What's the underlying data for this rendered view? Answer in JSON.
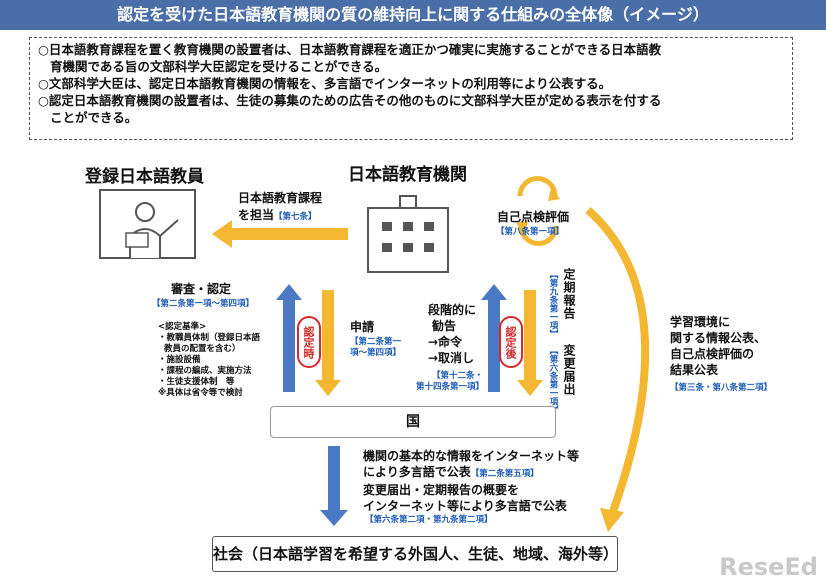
{
  "title": "認定を受けた日本語教育機関の質の維持向上に関する仕組みの全体像（イメージ）",
  "summary": [
    {
      "line1": "○日本語教育課程を置く教育機関の設置者は、日本語教育課程を適正かつ確実に実施することができる日本語教",
      "line2": "育機関である旨の文部科学大臣認定を受けることができる。"
    },
    {
      "line1": "○文部科学大臣は、認定日本語教育機関の情報を、多言語でインターネットの利用等により公表する。",
      "line2": ""
    },
    {
      "line1": "○認定日本語教育機関の設置者は、生徒の募集のための広告その他のものに文部科学大臣が定める表示を付する",
      "line2": "ことができる。"
    }
  ],
  "teacher": {
    "label": "登録日本語教員"
  },
  "institution": {
    "label": "日本語教育機関"
  },
  "course": {
    "text1": "日本語教育課程",
    "text2": "を担当",
    "ref": "【第七条】"
  },
  "self_eval": {
    "text": "自己点検評価",
    "ref": "【第八条第一項】"
  },
  "review": {
    "text": "審査・認定",
    "ref": "【第二条第一項～第四項】"
  },
  "criteria": {
    "heading": "<認定基準>",
    "items": [
      "・教職員体制（登録日本語",
      "教員の配置を含む）",
      "・施設設備",
      "・課程の編成、実施方法",
      "・生徒支援体制　等",
      "※具体は省令等で検討"
    ]
  },
  "badge_before": "認定時",
  "application": {
    "text": "申請",
    "ref1": "【第二条第一",
    "ref2": "項～第四項】"
  },
  "stepwise": {
    "lines": [
      "段階的に",
      "勧告",
      "→命令",
      "→取消し"
    ],
    "ref1": "【第十二条・",
    "ref2": "第十四条第一項】"
  },
  "badge_after": "認定後",
  "periodic": {
    "text": "定期報告",
    "ref": "【第九条第一項】"
  },
  "change": {
    "text": "変更届出",
    "ref": "【第六条第一項】"
  },
  "learning": {
    "lines": [
      "学習環境に",
      "関する情報公表、",
      "自己点検評価の",
      "結果公表"
    ],
    "ref": "【第三条・第八条第二項】"
  },
  "country": "国",
  "publication": {
    "line1": "機関の基本的な情報をインターネット等",
    "line2": "により多言語で公表",
    "ref1": "【第二条第五項】",
    "line3": "変更届出・定期報告の概要を",
    "line4": "インターネット等により多言語で公表",
    "ref2": "【第六条第二項・第九条第二項】"
  },
  "society": "社会（日本語学習を希望する外国人、生徒、地域、海外等）",
  "logo": "ReseEd",
  "colors": {
    "title_bg": "#4a6fa8",
    "arrow_yellow": "#f4b731",
    "arrow_blue": "#4b79c4",
    "ref_blue": "#1a5ab8",
    "badge_red": "#d42a2a"
  }
}
